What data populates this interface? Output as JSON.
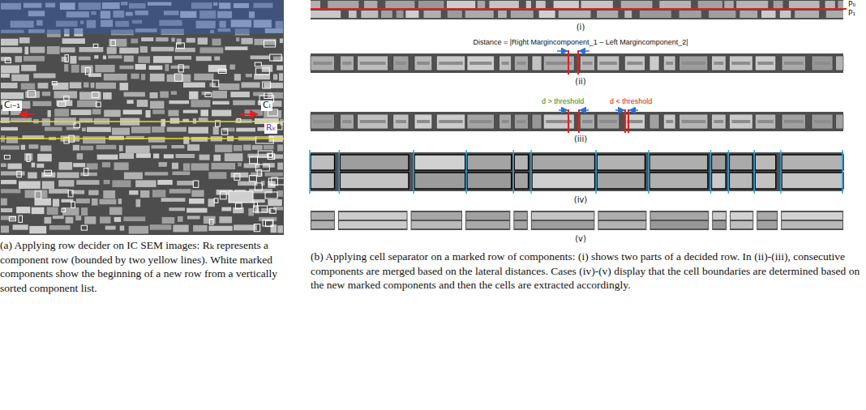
{
  "diagram": {
    "labels": [
      "Cᵢ₋₁",
      "Cᵢ",
      "Rₖ",
      "(a) Applying row decider on IC SEM images: Rₖ represents a component row (bounded by two yellow lines). White marked components show the beginning of a new row from a vertically sorted component list.",
      "P₀",
      "P₁",
      "(i)",
      "Distance = |Right Margincomponent_1 – Left Margincomponent_2|",
      "(ii)",
      "d > threshold",
      "d < threshold",
      "(iii)",
      "(iv)",
      "(v)",
      "(b) Applying cell separator on a marked row of components: (i) shows two parts of a decided row. In (ii)-(iii), consecutive components are merged based on the lateral distances. Cases (iv)-(v) display that the cell boundaries are determined based on the new marked components and then the cells are extracted accordingly."
    ]
  }
}
